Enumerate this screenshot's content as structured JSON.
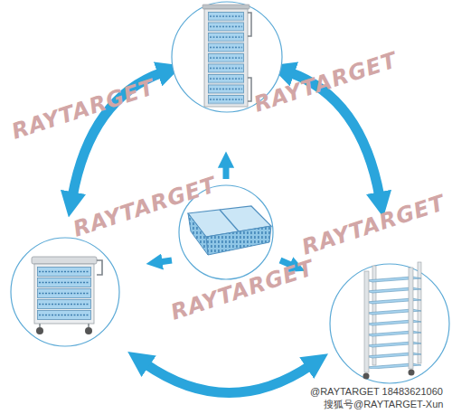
{
  "diagram": {
    "labels": [
      "RAYTARGET",
      "RAYTARGET",
      "RAYTARGET",
      "RAYTARGET",
      "RAYTARGET",
      "@RAYTARGET 18483621060",
      "搜狐号@RAYTARGET-Xun"
    ]
  }
}
